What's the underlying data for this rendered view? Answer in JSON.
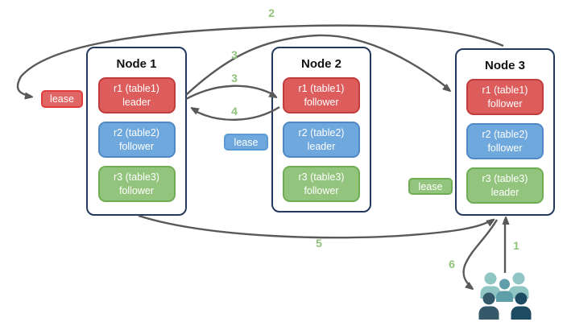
{
  "colors": {
    "node_border": "#24395e",
    "red_fill": "#dd5c5c",
    "red_border": "#c13c3c",
    "blue_fill": "#6fa8dc",
    "blue_border": "#5089c5",
    "green_fill": "#93c47d",
    "green_border": "#6fad55",
    "arrow": "#595959",
    "step_label": "#90c47c",
    "users_light": "#8fc6c4",
    "users_mid": "#5f9faa",
    "users_dark_left": "#33596b",
    "users_dark_right": "#1d4b61"
  },
  "nodes": [
    {
      "title": "Node 1",
      "replicas": [
        {
          "name": "r1 (table1)",
          "role": "leader",
          "color": "red"
        },
        {
          "name": "r2 (table2)",
          "role": "follower",
          "color": "blue"
        },
        {
          "name": "r3 (table3)",
          "role": "follower",
          "color": "green"
        }
      ]
    },
    {
      "title": "Node 2",
      "replicas": [
        {
          "name": "r1 (table1)",
          "role": "follower",
          "color": "red"
        },
        {
          "name": "r2 (table2)",
          "role": "leader",
          "color": "blue"
        },
        {
          "name": "r3 (table3)",
          "role": "follower",
          "color": "green"
        }
      ]
    },
    {
      "title": "Node 3",
      "replicas": [
        {
          "name": "r1 (table1)",
          "role": "follower",
          "color": "red"
        },
        {
          "name": "r2 (table2)",
          "role": "follower",
          "color": "blue"
        },
        {
          "name": "r3 (table3)",
          "role": "leader",
          "color": "green"
        }
      ]
    }
  ],
  "leases": [
    {
      "label": "lease",
      "color": "red"
    },
    {
      "label": "lease",
      "color": "blue"
    },
    {
      "label": "lease",
      "color": "green"
    }
  ],
  "steps": {
    "s1": "1",
    "s2": "2",
    "s3a": "3",
    "s3b": "3",
    "s4": "4",
    "s5": "5",
    "s6": "6"
  }
}
